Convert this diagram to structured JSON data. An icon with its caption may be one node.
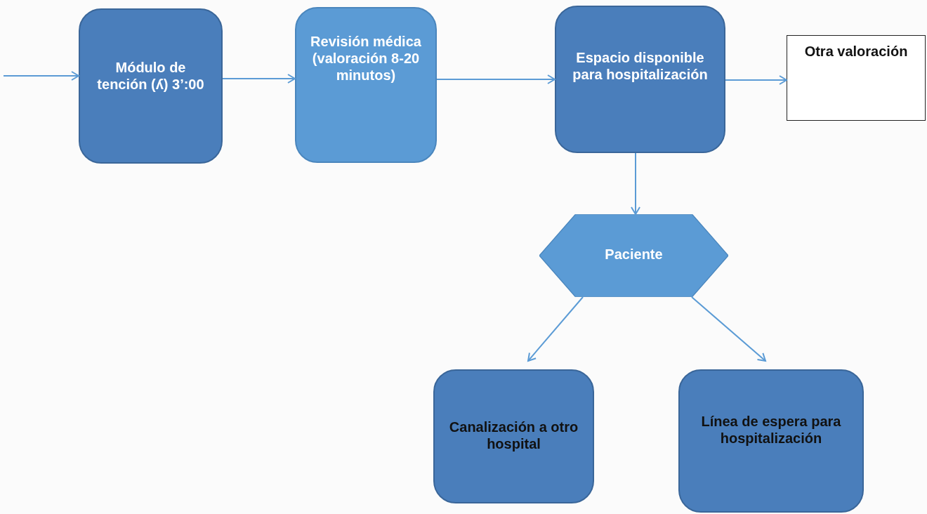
{
  "diagram": {
    "nodes": [
      {
        "text": [
          "Módulo de tención (ʎ) 3’:00"
        ]
      },
      {
        "text": [
          "Revisión médica (valoración 8-20 minutos)"
        ]
      },
      {
        "text": [
          "Espacio disponible para hospitalización"
        ]
      },
      {
        "text": [
          "Otra valoración"
        ]
      },
      {
        "text": [
          "Paciente"
        ]
      },
      {
        "text": [
          "Canalización a otro hospital"
        ]
      },
      {
        "text": [
          "Línea de espera para hospitalización"
        ]
      }
    ],
    "edges": [
      {
        "from": null,
        "to": 0,
        "arrow": "to"
      },
      {
        "from": 0,
        "to": 1,
        "arrow": "to"
      },
      {
        "from": 1,
        "to": 2,
        "arrow": "to"
      },
      {
        "from": 2,
        "to": 3,
        "arrow": "to"
      },
      {
        "from": 2,
        "to": 4,
        "arrow": "to"
      },
      {
        "from": 4,
        "to": 5,
        "arrow": "to"
      },
      {
        "from": 4,
        "to": 6,
        "arrow": "to"
      }
    ]
  }
}
